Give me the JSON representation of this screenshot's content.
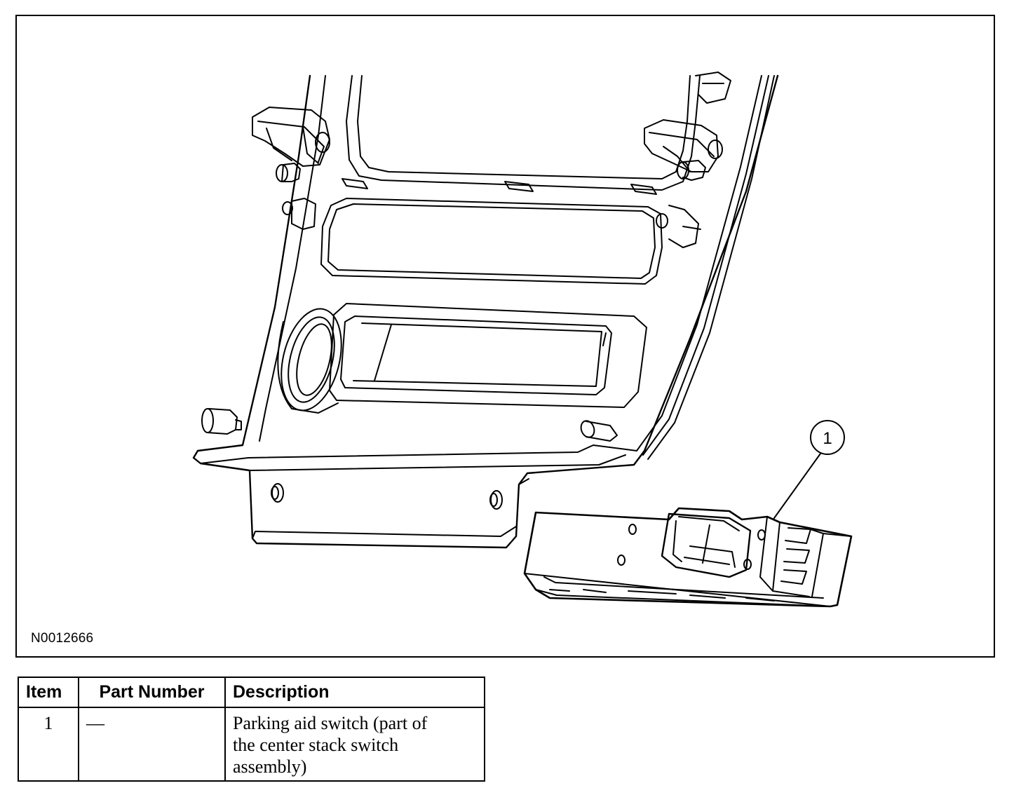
{
  "figure": {
    "code": "N0012666",
    "callouts": [
      {
        "label": "1"
      }
    ]
  },
  "legend_table": {
    "headers": [
      "Item",
      "Part Number",
      "Description"
    ],
    "rows": [
      {
        "item": "1",
        "part_number": "—",
        "description": "Parking aid switch (part of the center stack switch assembly)"
      }
    ]
  }
}
